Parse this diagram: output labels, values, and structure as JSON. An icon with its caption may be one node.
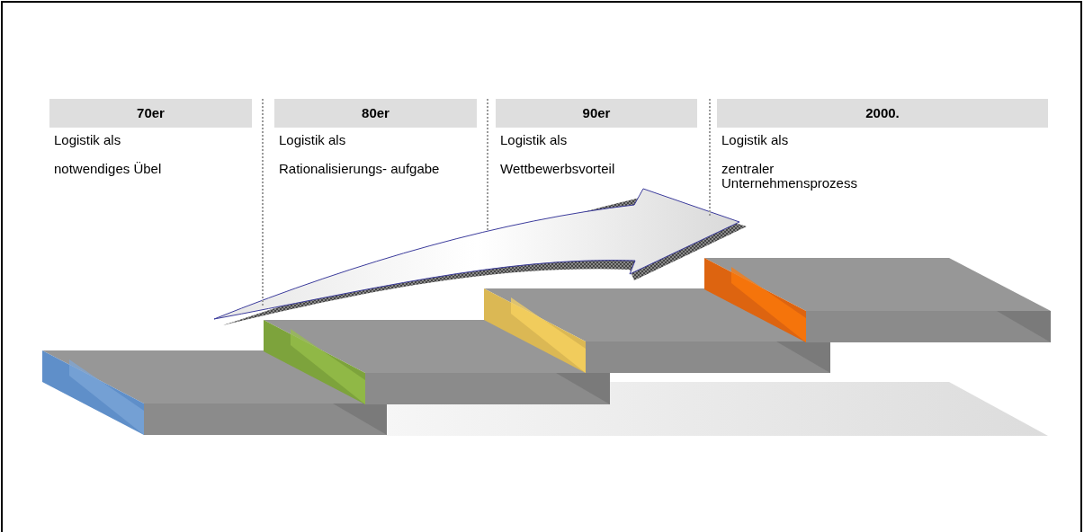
{
  "diagram": {
    "nodes": [
      {
        "text": [
          "70er",
          "Logistik als",
          "notwendiges Übel"
        ]
      },
      {
        "text": [
          "80er",
          "Logistik als",
          "Rationalisierungs- aufgabe"
        ]
      },
      {
        "text": [
          "90er",
          "Logistik als",
          "Wettbewerbsvorteil"
        ]
      },
      {
        "text": [
          "2000.",
          "Logistik als",
          "zentraler Unternehmensprozess"
        ]
      }
    ]
  }
}
